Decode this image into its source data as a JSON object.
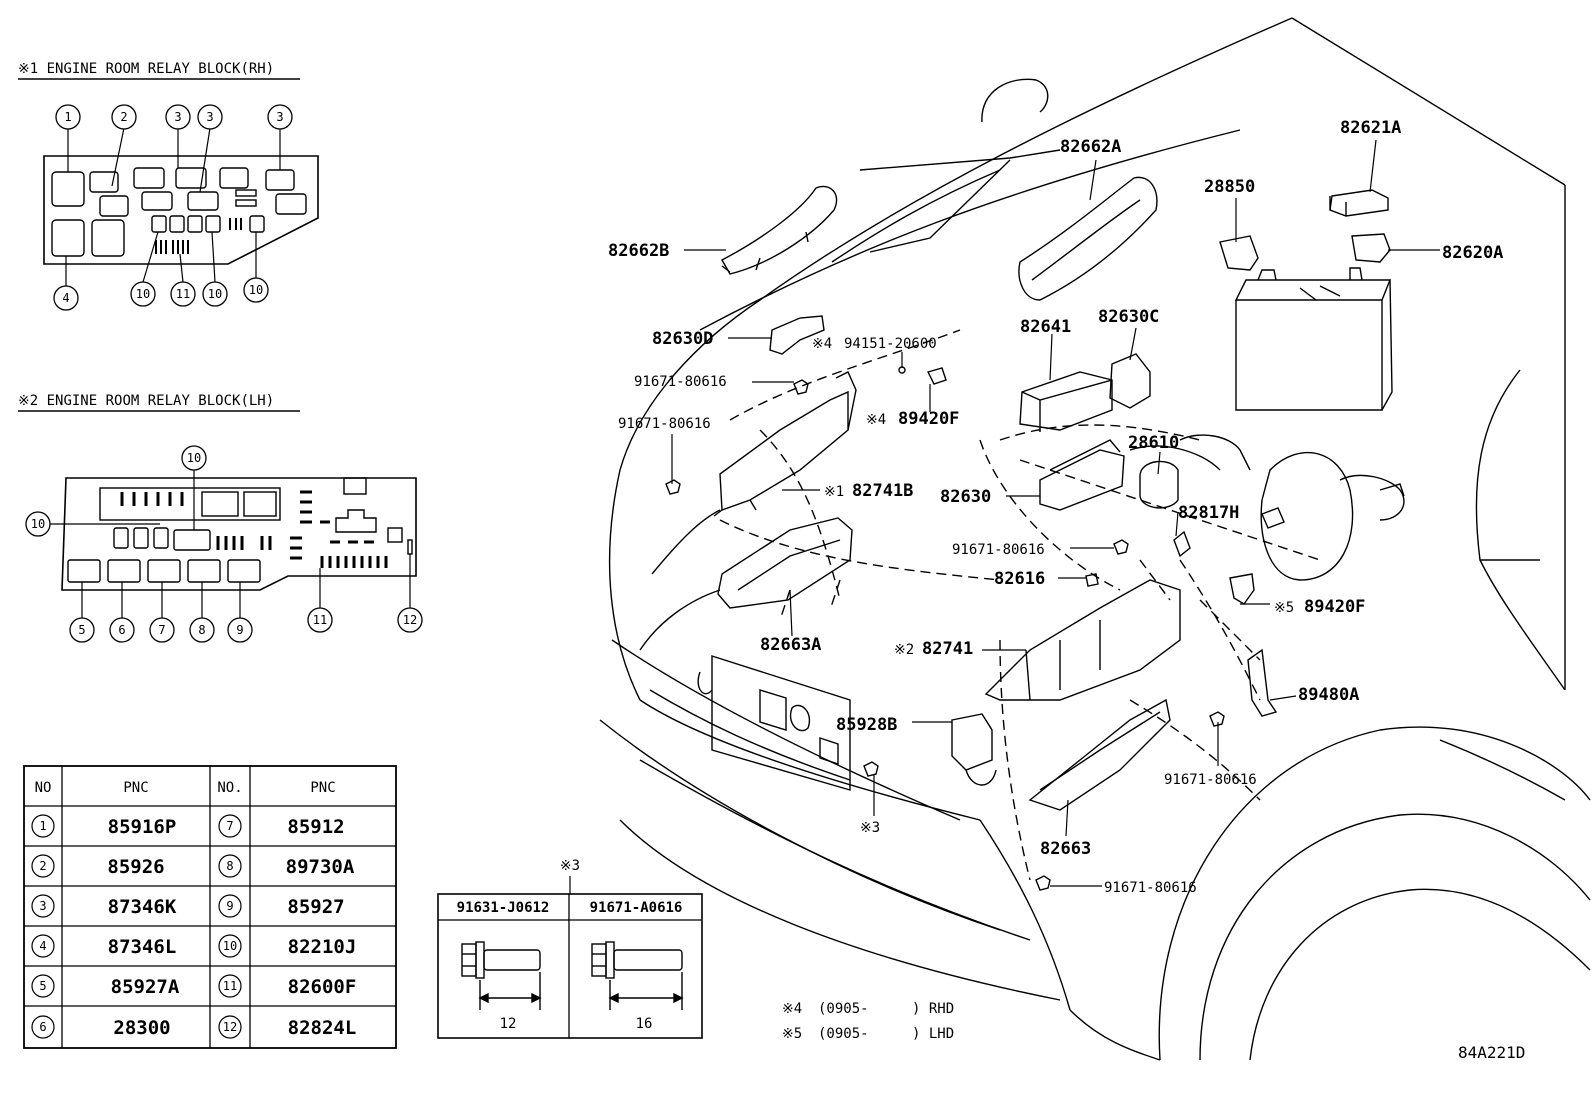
{
  "diagram_code": "84A221D",
  "block_rh": {
    "title": "※1 ENGINE ROOM RELAY BLOCK(RH)",
    "callouts": [
      "1",
      "2",
      "3",
      "3",
      "3",
      "4",
      "10",
      "11",
      "10",
      "10"
    ]
  },
  "block_lh": {
    "title": "※2 ENGINE ROOM RELAY BLOCK(LH)",
    "callouts": [
      "10",
      "10",
      "5",
      "6",
      "7",
      "8",
      "9",
      "11",
      "12"
    ]
  },
  "pnc_table": {
    "headers": [
      "NO",
      "PNC",
      "NO.",
      "PNC"
    ],
    "left": [
      {
        "no": "1",
        "pnc": "85916P"
      },
      {
        "no": "2",
        "pnc": "85926"
      },
      {
        "no": "3",
        "pnc": "87346K"
      },
      {
        "no": "4",
        "pnc": "87346L"
      },
      {
        "no": "5",
        "pnc": "85927A"
      },
      {
        "no": "6",
        "pnc": "28300"
      }
    ],
    "right": [
      {
        "no": "7",
        "pnc": "85912"
      },
      {
        "no": "8",
        "pnc": "89730A"
      },
      {
        "no": "9",
        "pnc": "85927"
      },
      {
        "no": "10",
        "pnc": "82210J"
      },
      {
        "no": "11",
        "pnc": "82600F"
      },
      {
        "no": "12",
        "pnc": "82824L"
      }
    ]
  },
  "bolt_table": {
    "title": "※3",
    "col1": "91631-J0612",
    "col2": "91671-A0616",
    "len1": "12",
    "len2": "16"
  },
  "notes": {
    "n4_mark": "※4",
    "n4_text": "(0905-",
    "n4_suffix": ") RHD",
    "n5_mark": "※5",
    "n5_text": "(0905-",
    "n5_suffix": ") LHD"
  },
  "parts": {
    "p82662A": "82662A",
    "p82621A": "82621A",
    "p28850": "28850",
    "p82620A": "82620A",
    "p82662B": "82662B",
    "p82630D": "82630D",
    "p94151": "94151-20600",
    "n4a": "※4",
    "p82641": "82641",
    "p82630C": "82630C",
    "b1": "91671-80616",
    "b2": "91671-80616",
    "p89420F_a": "89420F",
    "n4b": "※4",
    "p28610": "28610",
    "n1": "※1",
    "p82741B": "82741B",
    "p82630": "82630",
    "p82817H": "82817H",
    "b3": "91671-80616",
    "p82616": "82616",
    "n5": "※5",
    "p89420F_b": "89420F",
    "p82663A": "82663A",
    "n2": "※2",
    "p82741": "82741",
    "p89480A": "89480A",
    "p85928B": "85928B",
    "b4": "91671-80616",
    "n3": "※3",
    "p82663": "82663",
    "b5": "91671-80616"
  }
}
